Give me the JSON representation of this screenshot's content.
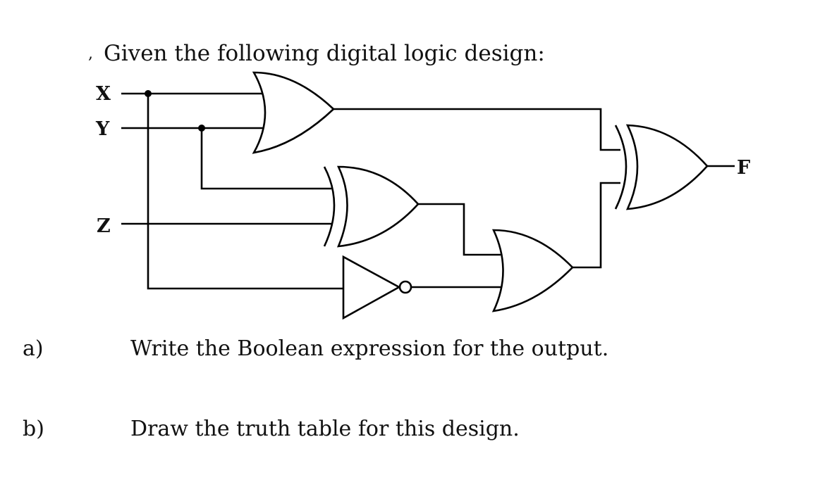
{
  "header": {
    "title": "Given the following digital logic design:"
  },
  "circuit": {
    "inputs": {
      "x": "X",
      "y": "Y",
      "z": "Z"
    },
    "output": "F",
    "gates": [
      "OR",
      "XOR",
      "NOT",
      "OR",
      "XOR"
    ]
  },
  "questions": [
    {
      "letter": "a)",
      "text": "Write the Boolean expression for the output."
    },
    {
      "letter": "b)",
      "text": "Draw the truth table for this design."
    }
  ]
}
